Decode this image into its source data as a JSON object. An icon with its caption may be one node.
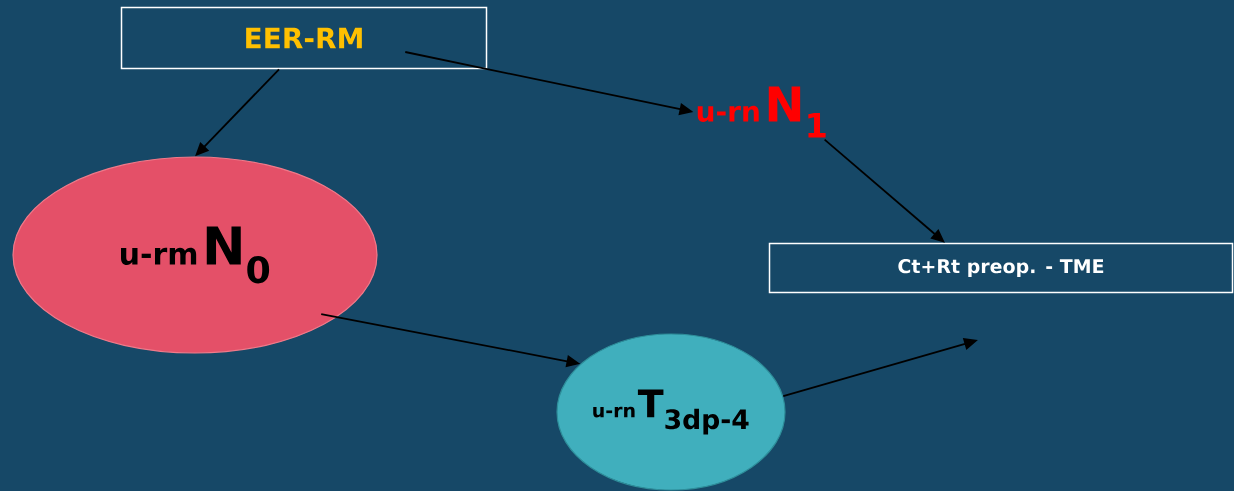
{
  "diagram": {
    "nodes": [
      {
        "text": [
          "EER-RM"
        ]
      },
      {
        "text": [
          "u-rn",
          "N$_{1}$"
        ]
      },
      {
        "text": [
          "u-rm",
          "N$_{0}$"
        ]
      },
      {
        "text": [
          "Ct+Rt preop. - TME"
        ]
      },
      {
        "text": [
          "u-rn",
          "T$_{3dp-4}$"
        ]
      }
    ],
    "edges": [
      {
        "from": 0,
        "to": 1,
        "arrow": "to"
      },
      {
        "from": 0,
        "to": 2,
        "arrow": "to"
      },
      {
        "from": 2,
        "to": 4,
        "arrow": "to"
      },
      {
        "from": 1,
        "to": 3,
        "arrow": "to"
      },
      {
        "from": 4,
        "to": null,
        "arrow": "to"
      }
    ]
  }
}
